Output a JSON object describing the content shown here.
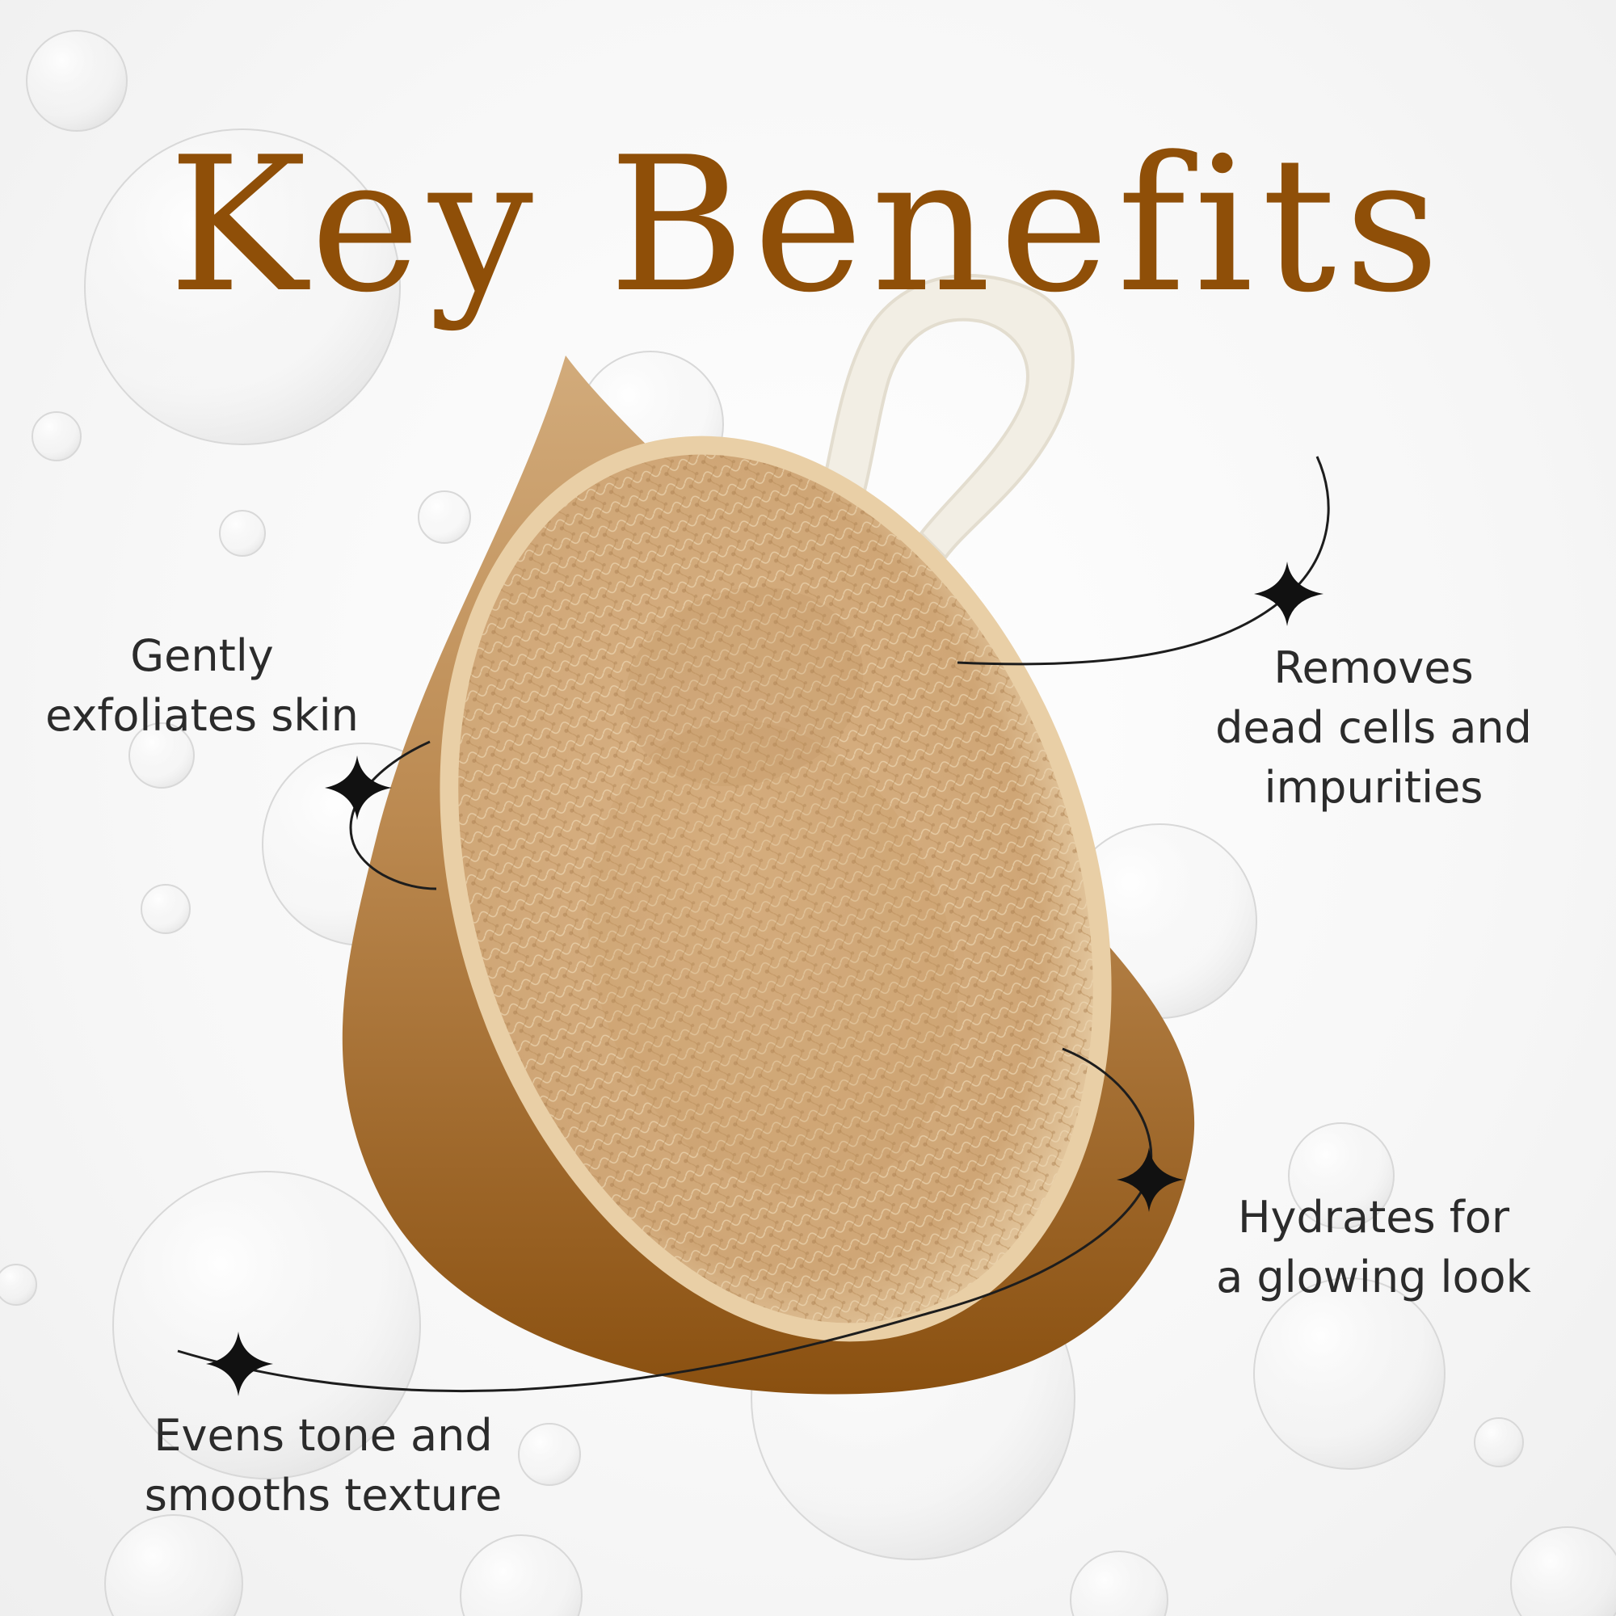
{
  "title": "Key Benefits",
  "benefits": [
    {
      "id": "gently",
      "lines": [
        "Gently",
        "exfoliates skin"
      ]
    },
    {
      "id": "removes",
      "lines": [
        "Removes",
        "dead cells and",
        "impurities"
      ]
    },
    {
      "id": "hydrates",
      "lines": [
        "Hydrates for",
        "a glowing look"
      ]
    },
    {
      "id": "evens",
      "lines": [
        "Evens tone and",
        "smooths texture"
      ]
    }
  ],
  "colors": {
    "title": "#8f4f08",
    "text": "#2b2b2b",
    "drop_top": "#caa06d",
    "drop_bottom": "#8c5312",
    "loofah": "#d8b283",
    "loop": "#f2eee4",
    "background": "#f6f6f6"
  },
  "icons": [
    "sparkle-star-icon",
    "water-drop-icon",
    "loofah-sponge-image",
    "bubble-icon"
  ]
}
